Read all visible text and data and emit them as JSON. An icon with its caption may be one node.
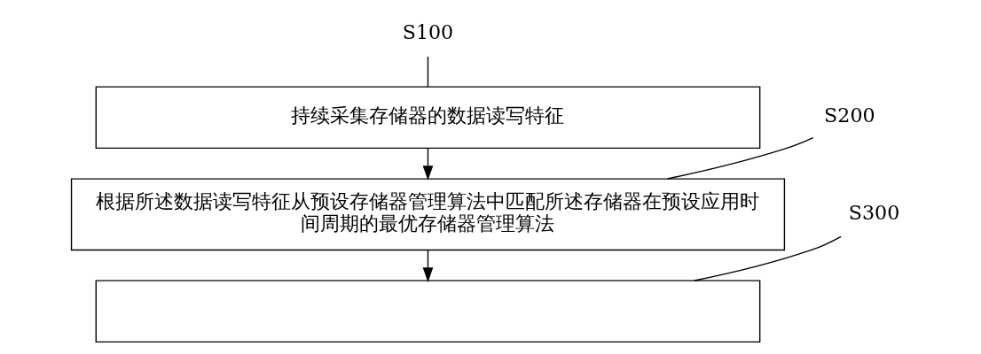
{
  "diagram": {
    "nodes": [
      {
        "text": [
          "S100"
        ]
      },
      {
        "text": [
          "持续采集存储器的数据读写特征"
        ]
      },
      {
        "text": [
          "S200"
        ]
      },
      {
        "text": [
          "根据所述数据读写特征从预设存储器管理算法中匹配所述存储器在预设应用时间周期的最优存储器管理算法"
        ]
      },
      {
        "text": [
          "S300"
        ]
      },
      {
        "text": [],
        "shape": "box"
      }
    ],
    "edges": [
      {
        "from": 0,
        "to": 1,
        "arrow": "none"
      },
      {
        "from": 1,
        "to": 3,
        "arrow": "to"
      },
      {
        "from": 2,
        "to": 3,
        "arrow": "none"
      },
      {
        "from": 3,
        "to": 5,
        "arrow": "to"
      },
      {
        "from": 4,
        "to": 5,
        "arrow": "none"
      }
    ]
  }
}
